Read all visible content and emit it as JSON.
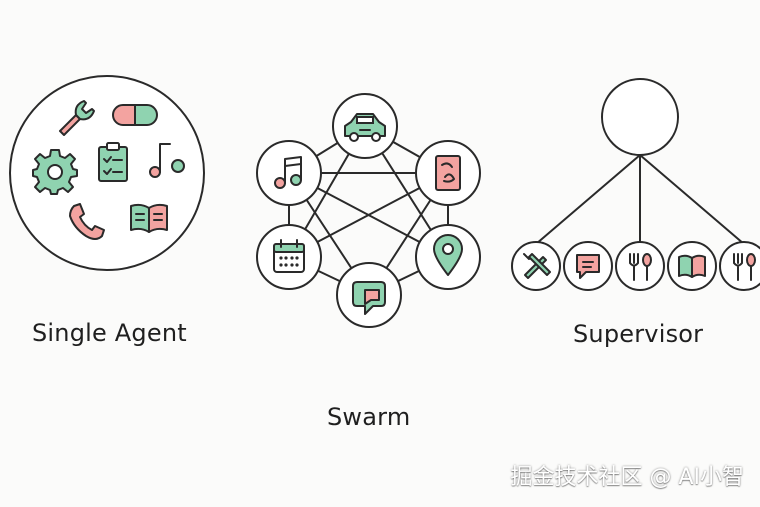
{
  "colors": {
    "stroke": "#2a2a2a",
    "green": "#8fd3b0",
    "pink": "#f3a3a0",
    "background": "#fbfbfa"
  },
  "labels": {
    "single_agent": "Single Agent",
    "swarm": "Swarm",
    "supervisor": "Supervisor"
  },
  "single_agent": {
    "icons": [
      "wrench-icon",
      "pill-icon",
      "gear-icon",
      "clipboard-icon",
      "music-note-icon",
      "phone-icon",
      "book-icon"
    ]
  },
  "swarm": {
    "nodes": [
      "car-icon",
      "note-card-icon",
      "map-pin-icon",
      "chat-bubble-icon",
      "calendar-icon",
      "music-note-icon"
    ]
  },
  "supervisor": {
    "children": [
      "tools-icon",
      "chat-icon",
      "fork-spoon-icon",
      "book-icon",
      "fork-spoon-icon"
    ]
  },
  "watermark": "掘金技术社区 @ AI小智"
}
